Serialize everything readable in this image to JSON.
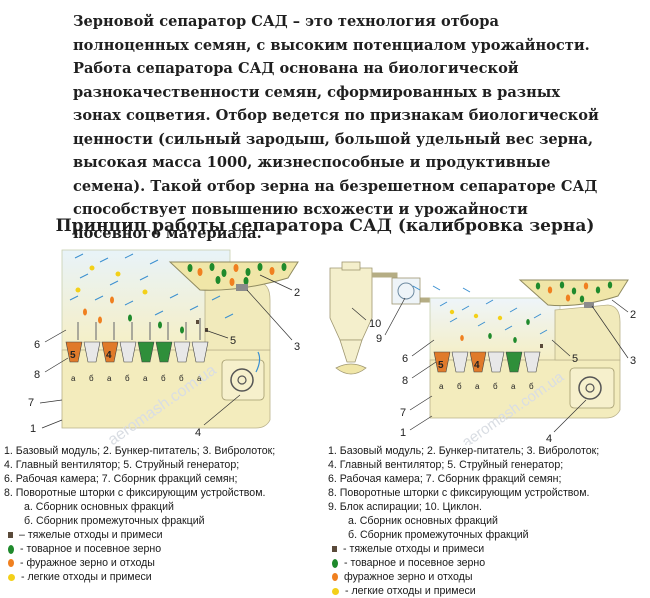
{
  "intro_text": "Зерновой сепаратор САД – это технология отбора полноценных семян, с высоким потенциалом урожайности. Работа сепаратора САД основана на биологической разнокачественности семян, сформированных в разных зонах соцветия. Отбор ведется по признакам биологической ценности (сильный зародыш, большой удельный вес зерна, высокая масса 1000, жизнеспособные и продуктивные семена). Такой отбор зерна на безрешетном сепараторе САД способствует повышению всхожести и урожайности посевного материала.",
  "diagram_title": "Принцип работы сепаратора САД (калибровка зерна)",
  "watermark": "aeromash.com.ua",
  "left_diagram": {
    "callouts": [
      "2",
      "3",
      "4",
      "5",
      "6",
      "7",
      "8",
      "1"
    ],
    "bin_numbers": [
      "5",
      "4"
    ],
    "bin_letters": [
      "а",
      "б",
      "а",
      "б",
      "а",
      "б",
      "б",
      "а"
    ]
  },
  "right_diagram": {
    "callouts": [
      "10",
      "9",
      "2",
      "6",
      "8",
      "5",
      "3",
      "7",
      "1",
      "4"
    ],
    "bin_numbers": [
      "5",
      "4"
    ],
    "bin_letters": [
      "а",
      "б",
      "а",
      "б",
      "а",
      "б"
    ]
  },
  "legend_left": {
    "lines": [
      "1. Базовый модуль; 2. Бункер-питатель; 3. Вибролоток;",
      "4. Главный вентилятор; 5. Струйный генератор;",
      "6. Рабочая камера; 7. Сборник фракций семян;",
      "8. Поворотные шторки с фиксирующим устройством."
    ],
    "sub": [
      "а. Сборник основных фракций",
      "б. Сборник промежуточных фракций"
    ],
    "markers": [
      {
        "label": "– тяжелые отходы и примеси",
        "color": "#5a4a3a"
      },
      {
        "label": "- товарное и посевное зерно",
        "color": "#1f8a2c"
      },
      {
        "label": "- фуражное зерно и отходы",
        "color": "#f08020"
      },
      {
        "label": "- легкие отходы и примеси",
        "color": "#f3d019"
      }
    ]
  },
  "legend_right": {
    "lines": [
      "1. Базовый модуль; 2. Бункер-питатель; 3. Вибролоток;",
      "4. Главный вентилятор; 5. Струйный генератор;",
      "6. Рабочая камера; 7. Сборник фракций семян;",
      "8. Поворотные шторки с фиксирующим устройством.",
      "9. Блок аспирации; 10. Циклон."
    ],
    "sub": [
      "а. Сборник основных фракций",
      "б. Сборник промежуточных фракций"
    ],
    "markers": [
      {
        "label": "- тяжелые отходы и примеси",
        "color": "#5a4a3a"
      },
      {
        "label": "- товарное и посевное зерно",
        "color": "#1f8a2c"
      },
      {
        "label": "фуражное зерно и отходы",
        "color": "#f08020"
      },
      {
        "label": "- легкие отходы и примеси",
        "color": "#f3d019"
      }
    ]
  }
}
